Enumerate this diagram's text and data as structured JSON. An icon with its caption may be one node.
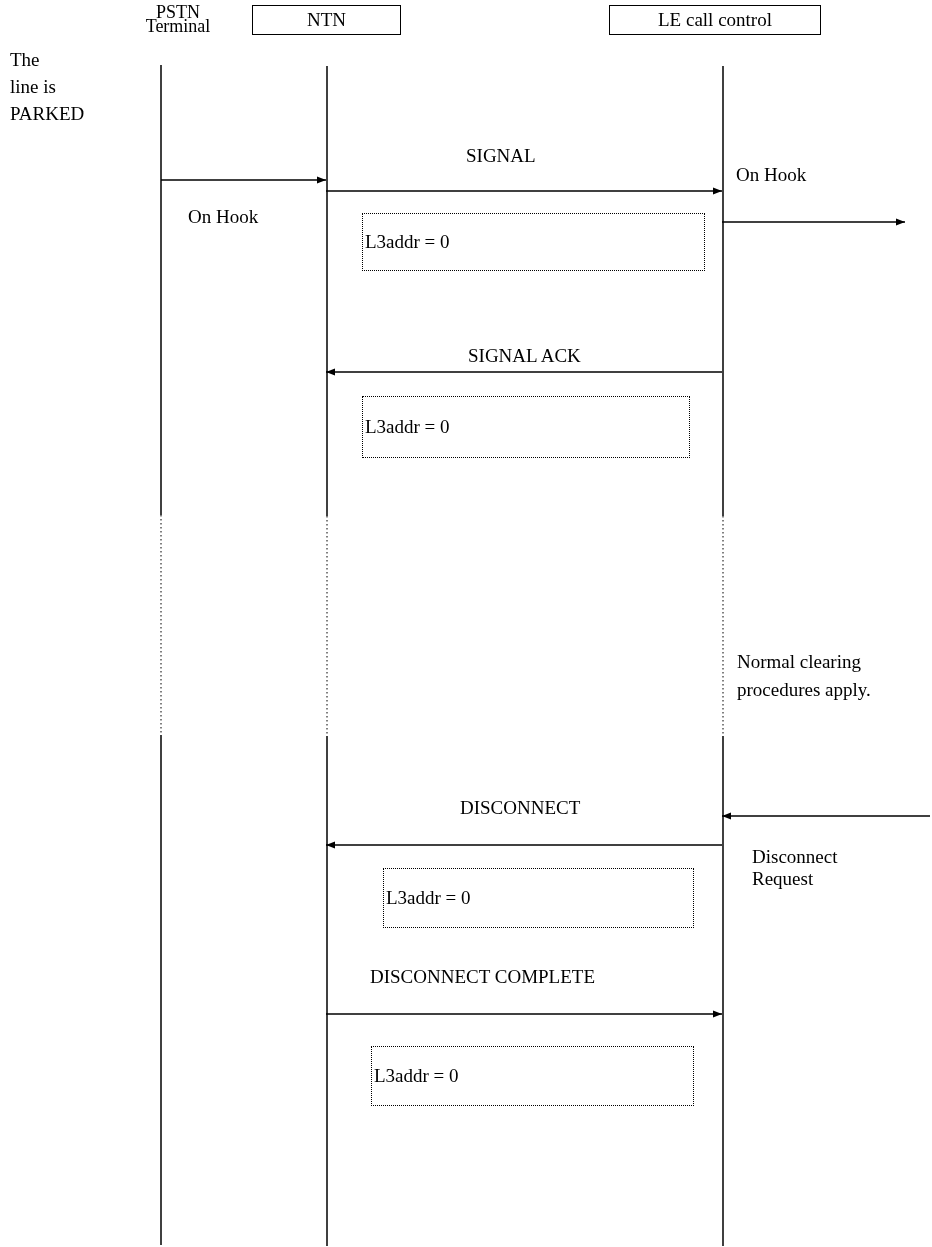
{
  "diagram": {
    "nodes": [
      {
        "text": [
          "PSTN Terminal"
        ]
      },
      {
        "text": [
          "NTN"
        ]
      },
      {
        "text": [
          "LE call control"
        ]
      },
      {
        "text": [
          "L3addr = 0"
        ]
      },
      {
        "text": [
          "L3addr = 0"
        ]
      },
      {
        "text": [
          "L3addr = 0"
        ]
      },
      {
        "text": [
          "L3addr = 0"
        ]
      }
    ],
    "edges": [
      {
        "from": 0,
        "to": 1,
        "arrow": "to",
        "label": "On Hook"
      },
      {
        "from": 1,
        "to": 2,
        "arrow": "to",
        "label": "SIGNAL"
      },
      {
        "from": 2,
        "to": null,
        "arrow": "to",
        "label": "On Hook"
      },
      {
        "from": 2,
        "to": 1,
        "arrow": "to",
        "label": "SIGNAL ACK"
      },
      {
        "from": null,
        "to": 2,
        "arrow": "to",
        "label": "Disconnect Request"
      },
      {
        "from": 2,
        "to": 1,
        "arrow": "to",
        "label": "DISCONNECT"
      },
      {
        "from": 1,
        "to": 2,
        "arrow": "to",
        "label": "DISCONNECT COMPLETE"
      }
    ],
    "labels": [
      "The line is PARKED",
      "Normal clearing procedures apply."
    ]
  }
}
